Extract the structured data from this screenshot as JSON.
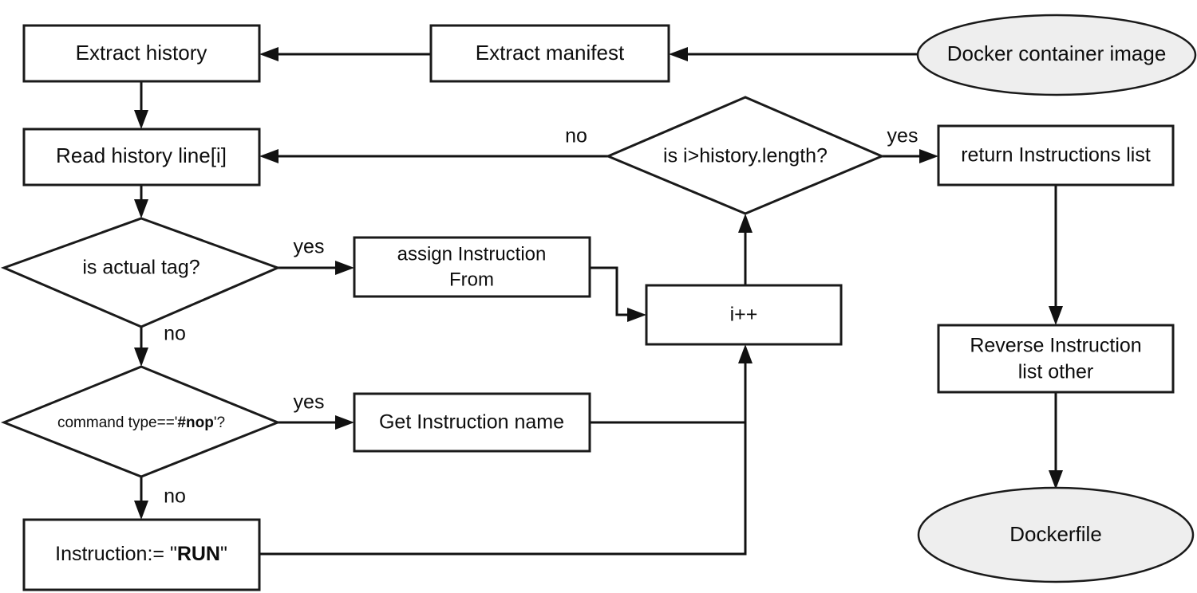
{
  "diagram": {
    "title": "Dockerfile reconstruction flowchart",
    "background_color": "#ffffff",
    "stroke_color": "#111111",
    "terminator_fill": "#eeeeee",
    "process_fill": "#ffffff"
  },
  "nodes": {
    "docker_container_image": {
      "label": "Docker container image",
      "shape": "ellipse"
    },
    "extract_manifest": {
      "label": "Extract manifest",
      "shape": "process"
    },
    "extract_history": {
      "label": "Extract history",
      "shape": "process"
    },
    "read_history_line": {
      "label": "Read history line[i]",
      "shape": "process"
    },
    "is_actual_tag": {
      "label": "is actual tag?",
      "shape": "decision"
    },
    "assign_instruction_from": {
      "label_line1": "assign Instruction",
      "label_line2": "From",
      "shape": "process"
    },
    "command_type_nop": {
      "label_prefix": "command type=='",
      "label_bold": "#nop",
      "label_suffix": "'?",
      "shape": "decision"
    },
    "get_instruction_name": {
      "label": "Get Instruction name",
      "shape": "process"
    },
    "instruction_run": {
      "label_prefix": "Instruction:= \"",
      "label_bold": "RUN",
      "label_suffix": "\"",
      "shape": "process"
    },
    "increment_i": {
      "label": "i++",
      "shape": "process"
    },
    "is_i_gt_history_length": {
      "label": "is i>history.length?",
      "shape": "decision"
    },
    "return_instructions_list": {
      "label": "return Instructions list",
      "shape": "process"
    },
    "reverse_instruction_list": {
      "label_line1": "Reverse Instruction",
      "label_line2": "list other",
      "shape": "process"
    },
    "dockerfile": {
      "label": "Dockerfile",
      "shape": "ellipse"
    }
  },
  "edge_labels": {
    "loop_no": "no",
    "loop_yes": "yes",
    "tag_yes": "yes",
    "tag_no": "no",
    "nop_yes": "yes",
    "nop_no": "no"
  }
}
